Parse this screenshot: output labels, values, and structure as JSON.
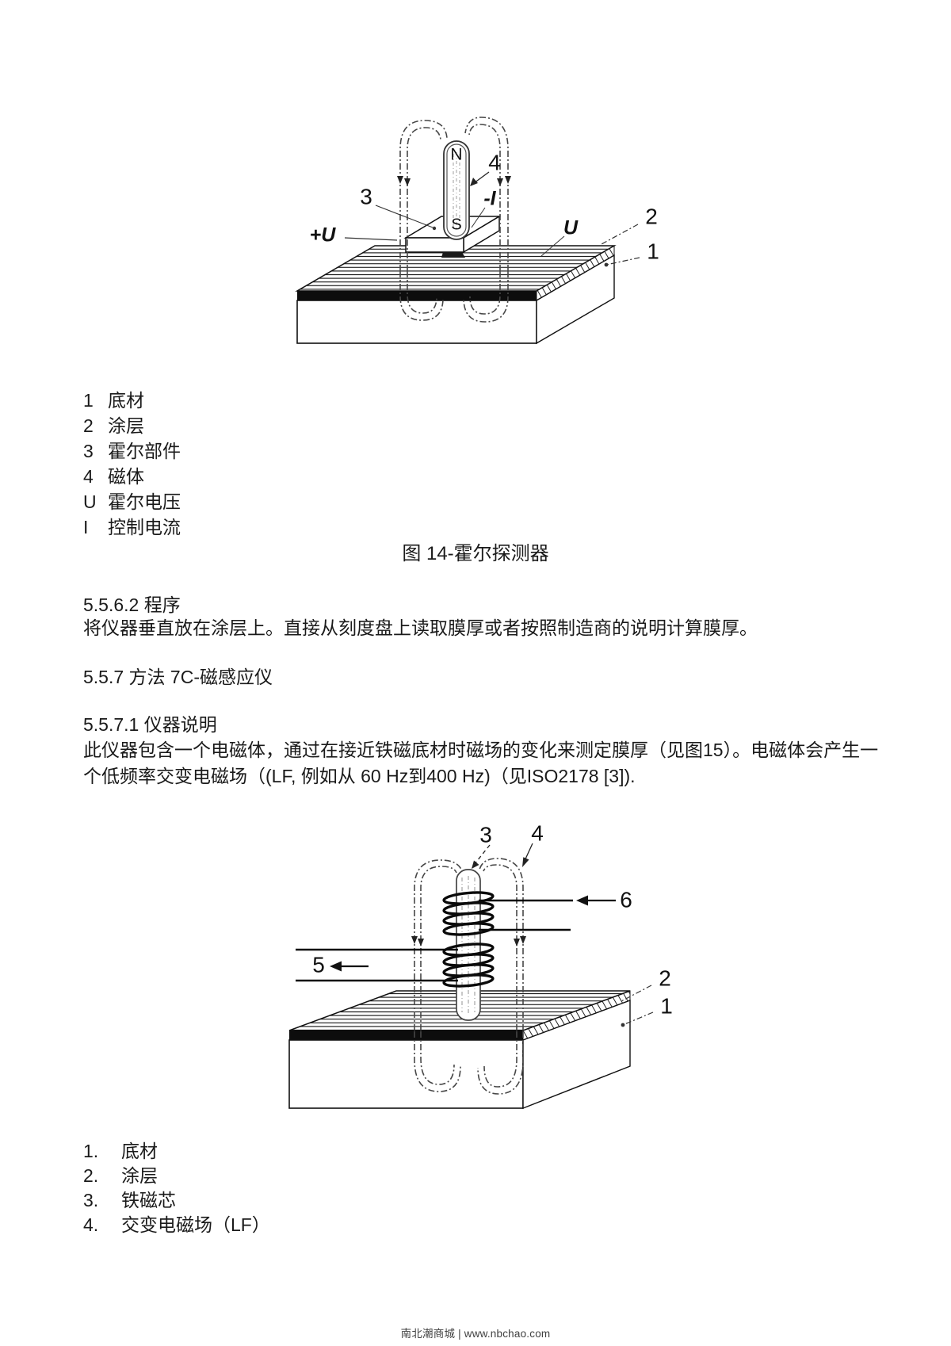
{
  "figure14": {
    "caption": "图 14-霍尔探测器",
    "labels": {
      "n": "N",
      "s": "S",
      "l3": "3",
      "l4": "4",
      "minus_i": "-I",
      "plus_u": "+U",
      "u": "U",
      "l2": "2",
      "l1": "1"
    },
    "legend": [
      {
        "key": "1",
        "text": "底材"
      },
      {
        "key": "2",
        "text": "涂层"
      },
      {
        "key": "3",
        "text": "霍尔部件"
      },
      {
        "key": "4",
        "text": "磁体"
      },
      {
        "key": "U",
        "text": "霍尔电压"
      },
      {
        "key": "I",
        "text": "控制电流"
      }
    ]
  },
  "sections": {
    "s5562": {
      "heading": "5.5.6.2 程序",
      "body": "将仪器垂直放在涂层上。直接从刻度盘上读取膜厚或者按照制造商的说明计算膜厚。"
    },
    "s557": {
      "heading": "5.5.7 方法 7C-磁感应仪"
    },
    "s5571": {
      "heading": "5.5.7.1 仪器说明",
      "body": "此仪器包含一个电磁体，通过在接近铁磁底材时磁场的变化来测定膜厚（见图15）。电磁体会产生一个低频率交变电磁场（(LF, 例如从 60 Hz到400 Hz)（见ISO2178 [3])."
    }
  },
  "figure15": {
    "labels": {
      "l3": "3",
      "l4": "4",
      "l5": "5",
      "l6": "6",
      "l2": "2",
      "l1": "1"
    },
    "legend": [
      {
        "key": "1.",
        "text": "底材"
      },
      {
        "key": "2.",
        "text": "涂层"
      },
      {
        "key": "3.",
        "text": "铁磁芯"
      },
      {
        "key": "4.",
        "text": "交变电磁场（LF）"
      }
    ]
  },
  "footer": {
    "text": "南北潮商城 | www.nbchao.com"
  }
}
